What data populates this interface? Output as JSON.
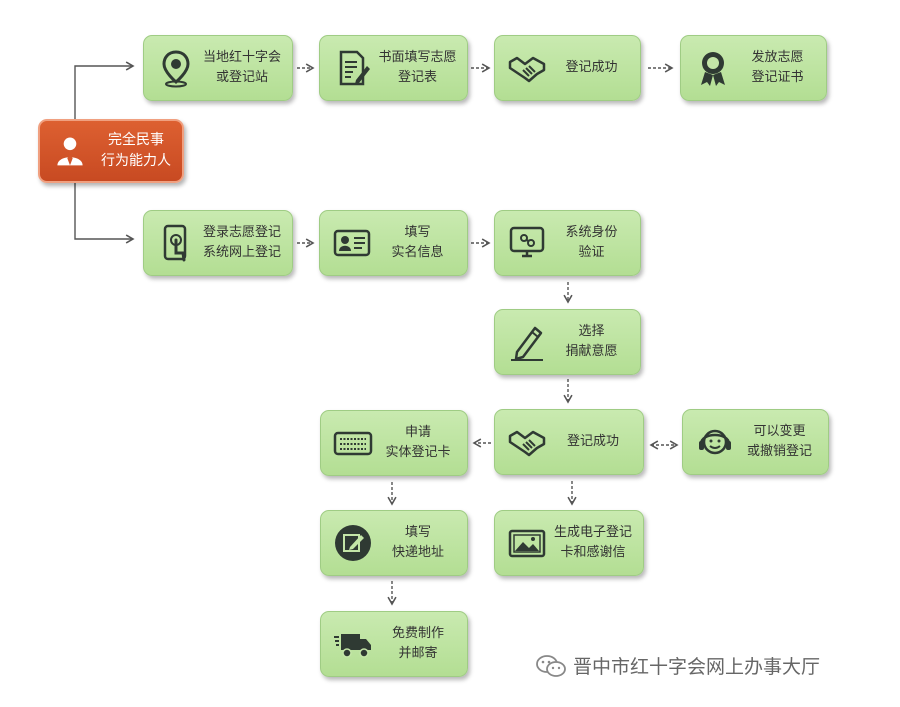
{
  "start": {
    "lines": [
      "完全民事",
      "行为能力人"
    ]
  },
  "nodes": {
    "red_cross": [
      "当地红十字会",
      "或登记站"
    ],
    "written_form": [
      "书面填写志愿",
      "登记表"
    ],
    "success_top": [
      "登记成功"
    ],
    "certificate": [
      "发放志愿",
      "登记证书"
    ],
    "online_system": [
      "登录志愿登记",
      "系统网上登记"
    ],
    "real_name": [
      "填写",
      "实名信息"
    ],
    "identity_check": [
      "系统身份",
      "验证"
    ],
    "donation_choice": [
      "选择",
      "捐献意愿"
    ],
    "success_mid": [
      "登记成功"
    ],
    "change_cancel": [
      "可以变更",
      "或撤销登记"
    ],
    "apply_card": [
      "申请",
      "实体登记卡"
    ],
    "address": [
      "填写",
      "快递地址"
    ],
    "free_mail": [
      "免费制作",
      "并邮寄"
    ],
    "e_card": [
      "生成电子登记",
      "卡和感谢信"
    ]
  },
  "watermark": "晋中市红十字会网上办事大厅",
  "colors": {
    "node_fill": "#b8e09a",
    "start_fill": "#d4552a",
    "icon": "#2f3a33",
    "arrow": "#555555"
  }
}
